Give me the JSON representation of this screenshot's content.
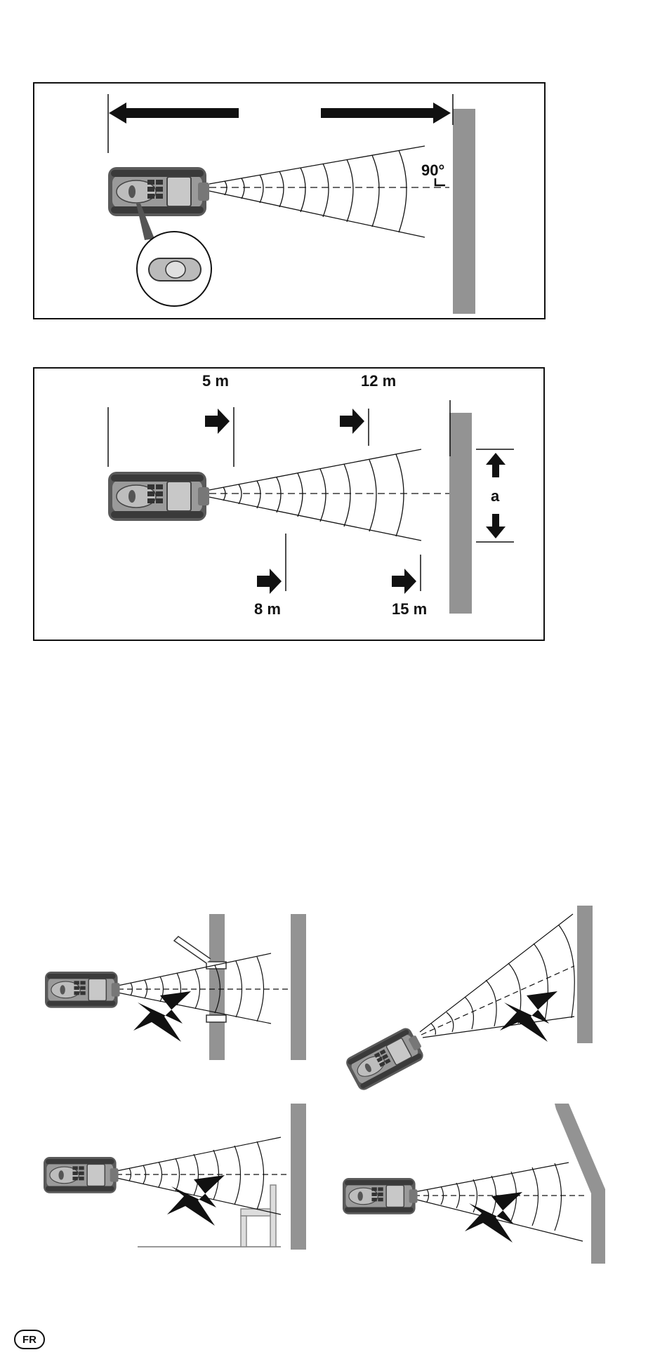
{
  "figure1": {
    "angle_label": "90°"
  },
  "figure2": {
    "distance_labels": [
      "5 m",
      "12 m",
      "8 m",
      "15 m"
    ],
    "gap_label": "a"
  },
  "footer": {
    "language_badge": "FR"
  }
}
